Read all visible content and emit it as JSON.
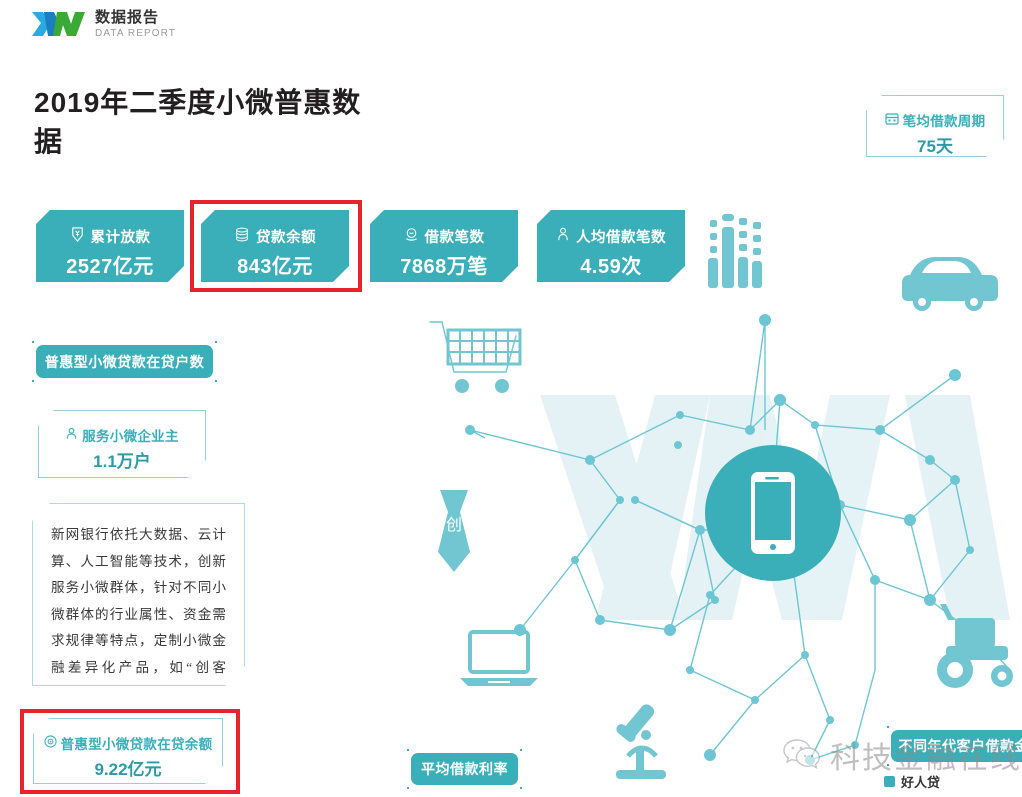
{
  "brand": {
    "logo_cn": "数据报告",
    "logo_en": "DATA REPORT",
    "logo_letters": "XW",
    "colors": {
      "teal": "#3aafba",
      "light_teal": "#9fd9e0",
      "blue": "#29abe2",
      "green": "#3aa935",
      "red_highlight": "#e8232a"
    }
  },
  "title": "2019年二季度小微普惠数据",
  "top_stats": [
    {
      "icon": "money-down-icon",
      "label": "累计放款",
      "value": "2527亿元",
      "highlighted": false
    },
    {
      "icon": "coins-stack-icon",
      "label": "贷款余额",
      "value": "843亿元",
      "highlighted": true
    },
    {
      "icon": "hand-money-icon",
      "label": "借款笔数",
      "value": "7868万笔",
      "highlighted": false
    },
    {
      "icon": "person-icon",
      "label": "人均借款笔数",
      "value": "4.59次",
      "highlighted": false
    }
  ],
  "period_card": {
    "icon": "calendar-icon",
    "label": "笔均借款周期",
    "value": "75天"
  },
  "section_pill": "普惠型小微贷款在贷户数",
  "merchant_card": {
    "icon": "user-outline-icon",
    "label": "服务小微企业主",
    "value": "1.1万户"
  },
  "description": "新网银行依托大数据、云计算、人工智能等技术，创新服务小微群体，针对不同小微群体的行业属性、资金需求规律等特点，定制小微金融差异化产品，如“创客贷”，专项服务创新创业者、小微企业主、家庭农场主等小微群体。",
  "balance_card": {
    "icon": "target-icon",
    "label": "普惠型小微贷款在贷余额",
    "value": "9.22亿元",
    "highlighted": true
  },
  "rate_pill": "平均借款利率",
  "age_pill": "不同年代客户借款金额",
  "legend": {
    "marker": "square-marker",
    "label": "好人贷"
  },
  "watermark": {
    "icon": "wechat-icon",
    "text": "科技金融在线"
  },
  "illustration": {
    "icons": [
      "building-icon",
      "car-icon",
      "shopping-cart-icon",
      "tie-icon",
      "phone-circle-icon",
      "laptop-icon",
      "microscope-icon",
      "tractor-icon"
    ],
    "tie_char": "创"
  }
}
